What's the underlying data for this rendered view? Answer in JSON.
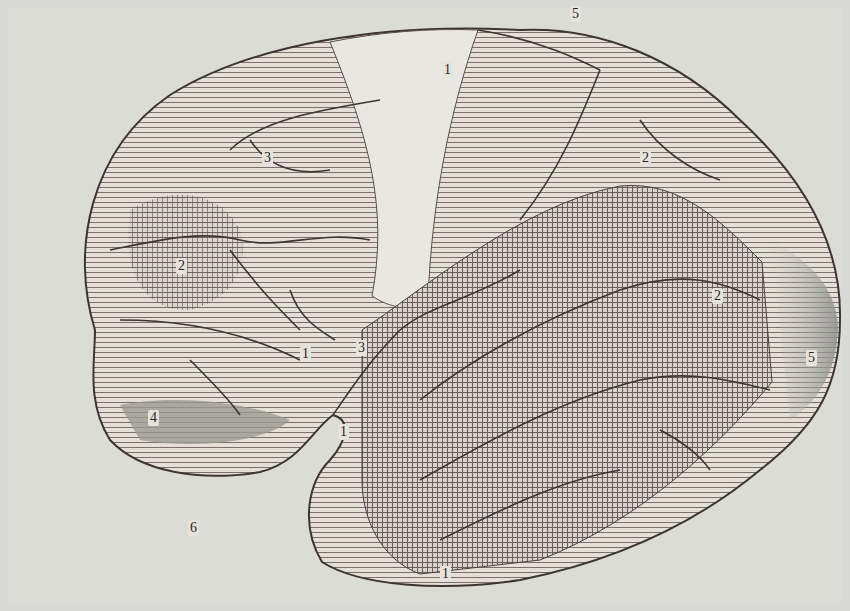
{
  "diagram": {
    "labels": [
      "1",
      "5",
      "3",
      "2",
      "2",
      "2",
      "3",
      "1",
      "4",
      "1",
      "6",
      "1",
      "5"
    ]
  }
}
